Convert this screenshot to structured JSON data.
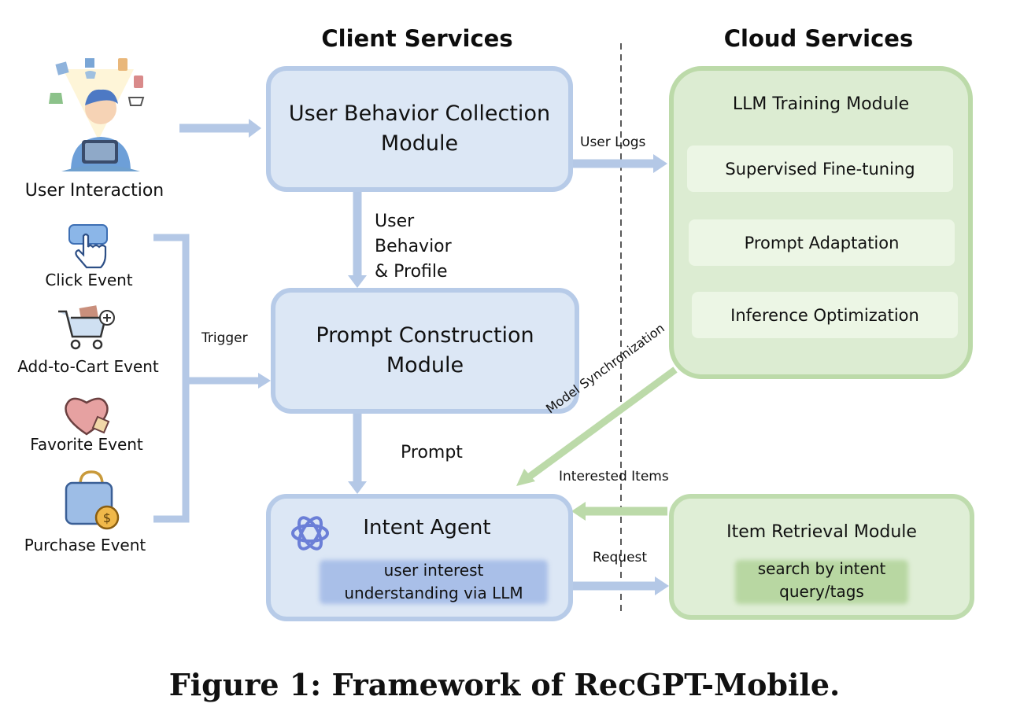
{
  "columns": {
    "client": "Client Services",
    "cloud": "Cloud Services"
  },
  "modules": {
    "user_behavior": "User Behavior Collection\nModule",
    "prompt_construction": "Prompt Construction\nModule",
    "intent_agent": "Intent Agent",
    "intent_agent_sub": "user interest\nunderstanding via LLM",
    "llm_training": "LLM Training Module",
    "llm_sub": [
      "Supervised Fine-tuning",
      "Prompt Adaptation",
      "Inference Optimization"
    ],
    "item_retrieval": "Item Retrieval Module",
    "item_retrieval_sub": "search by intent\nquery/tags"
  },
  "events": {
    "user_interaction": "User Interaction",
    "click": "Click Event",
    "add_to_cart": "Add-to-Cart Event",
    "favorite": "Favorite Event",
    "purchase": "Purchase Event"
  },
  "edges": {
    "user_logs": "User Logs",
    "user_behavior_profile": "User Behavior\n& Profile",
    "trigger": "Trigger",
    "prompt": "Prompt",
    "model_sync": "Model Synchronization",
    "interested_items": "Interested Items",
    "request": "Request"
  },
  "caption": "Figure 1: Framework of RecGPT-Mobile.",
  "colors": {
    "blue_fill": "#dce7f5",
    "blue_border": "#b7cbe8",
    "green_fill": "#dcecd2",
    "green_border": "#bcdaa9",
    "arrow_blue": "#b4c8e6",
    "arrow_green": "#bcdaa9"
  }
}
